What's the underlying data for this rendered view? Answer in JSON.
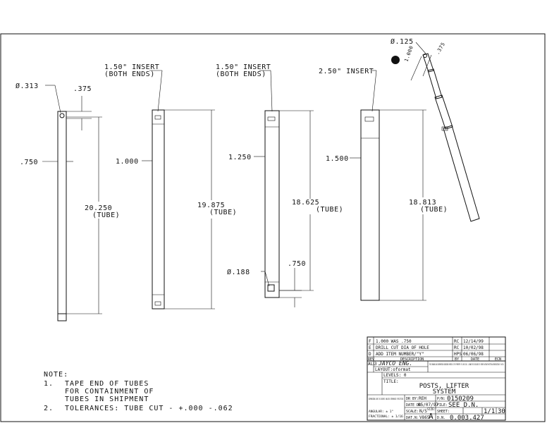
{
  "views": {
    "tube1": {
      "dia": "Ø.313",
      "offset": ".375",
      "width": ".750",
      "length": "20.250",
      "length_sub": "(TUBE)"
    },
    "tube2": {
      "insert": "1.50\" INSERT",
      "insert_sub": "(BOTH ENDS)",
      "width": "1.000",
      "length": "19.875",
      "length_sub": "(TUBE)"
    },
    "tube3": {
      "insert": "1.50\" INSERT",
      "insert_sub": "(BOTH ENDS)",
      "width": "1.250",
      "length": "18.625",
      "length_sub": "(TUBE)",
      "hole_dia": "Ø.188",
      "hole_dim": ".750"
    },
    "tube4": {
      "insert": "2.50\" INSERT",
      "width": "1.500",
      "length": "18.813",
      "length_sub": "(TUBE)"
    },
    "iso": {
      "dia": "Ø.125",
      "d1": "1.000",
      "d2": ".375"
    }
  },
  "notes": {
    "title": "NOTE:",
    "items": [
      {
        "num": "1.",
        "lines": [
          "TAPE END OF TUBES",
          "FOR CONTAINMENT OF",
          "TUBES IN SHIPMENT"
        ]
      },
      {
        "num": "2.",
        "lines": [
          "TOLERANCES: TUBE CUT - +.000 -.062"
        ]
      }
    ]
  },
  "revisions": [
    {
      "rev": "F",
      "description": "1.000 WAS .750",
      "by": "RC",
      "date": "12/14/99"
    },
    {
      "rev": "E",
      "description": "DRILL CUT DIA OF HOLE",
      "by": "RC",
      "date": "10/02/98"
    },
    {
      "rev": "D",
      "description": "ADD ITEM NUMBER/\"Y\"",
      "by": "HPS",
      "date": "06/06/98"
    }
  ],
  "revision_header": {
    "rev": "REV",
    "description": "DESCRIPTION",
    "by": "BY",
    "date": "DATE",
    "ecn": "ECN"
  },
  "title_block": {
    "all": "ALL",
    "three": "3",
    "company": "JAYCO ENG.",
    "proprietary": "THIS DRAWING AND INFORMATION CONTAINED HEREIN IS THE PROPERTY OF JAYCO INC. & CANNOT BE DISCLOSED TO OTHERS WITHOUT WRITTEN AUTHORIZATION OF JAYCO.",
    "layout": "LAYOUT:oformat",
    "levels": "LEVELS: 0",
    "title_label": "TITLE:",
    "title_line1": "POSTS, LIFTER",
    "title_line2": "SYSTEM",
    "dims_note": "DIMENSIONS ARE IN INCHES UNLESS OTHERWISE SPECIFIED",
    "angular": "ANGULAR: ± 1°",
    "fractional": "FRACTIONAL: ± 1/16",
    "dr_by_label": "DR BY:",
    "dr_by": "REH",
    "date_label": "DATE DR:",
    "date": "05/07/97",
    "scale_label": "SCALE:",
    "scale": "N/S",
    "size_label": "SIZE:",
    "size": "A",
    "dat_label": "DAT.N:",
    "dat": "V865",
    "pn_label": "P/N:",
    "pn": "0150209",
    "file_label": "FILE:",
    "file": "SEE D.N.",
    "sheet_label": "SHEET:",
    "sheet": "1/1",
    "sheet_num": "30",
    "dn_label": "D.N.",
    "dn": "0.003.427"
  }
}
